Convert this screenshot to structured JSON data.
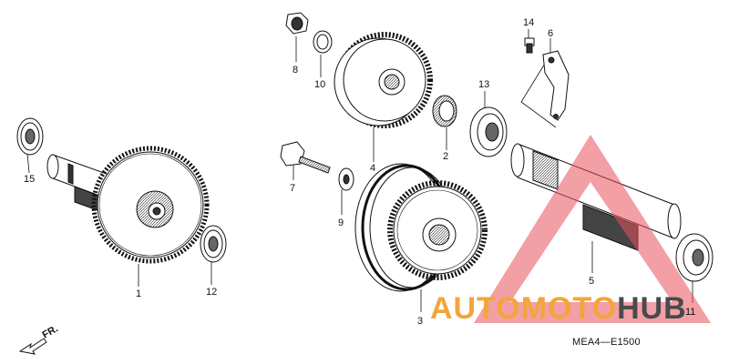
{
  "diagram": {
    "callouts": [
      {
        "id": "p1",
        "label": "1"
      },
      {
        "id": "p2",
        "label": "2"
      },
      {
        "id": "p3",
        "label": "3"
      },
      {
        "id": "p4",
        "label": "4"
      },
      {
        "id": "p5",
        "label": "5"
      },
      {
        "id": "p6",
        "label": "6"
      },
      {
        "id": "p7",
        "label": "7"
      },
      {
        "id": "p8",
        "label": "8"
      },
      {
        "id": "p9",
        "label": "9"
      },
      {
        "id": "p10",
        "label": "10"
      },
      {
        "id": "p11",
        "label": "11"
      },
      {
        "id": "p12",
        "label": "12"
      },
      {
        "id": "p13",
        "label": "13"
      },
      {
        "id": "p14",
        "label": "14"
      },
      {
        "id": "p15",
        "label": "15"
      }
    ],
    "front_label": "FR.",
    "diagram_code": "MEA4—E1500"
  },
  "watermark": {
    "part_a": "AUTOMOTO",
    "part_b": "HUB",
    "color_a": "#f3a53a",
    "color_b": "#4a4a4a",
    "triangle_color": "#e8505b"
  }
}
